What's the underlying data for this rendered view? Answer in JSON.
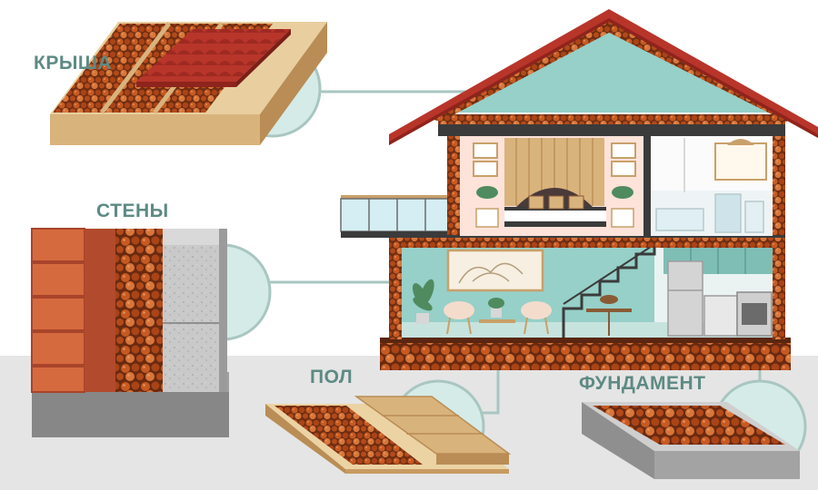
{
  "labels": {
    "roof": "КРЫША",
    "walls": "СТЕНЫ",
    "floor": "ПОЛ",
    "foundation": "ФУНДАМЕНТ"
  },
  "colors": {
    "label_text": "#5d8a84",
    "callout_circle": "#d5ebe7",
    "callout_line": "#a9c6c1",
    "ground": "#e5e5e5",
    "roof_tile": "#b8352a",
    "clay_pellet": "#c65a22",
    "wall_teal": "#96d0c8",
    "wood": "#d9b37c"
  },
  "icons": [
    "roof-section-icon",
    "wall-section-icon",
    "floor-section-icon",
    "foundation-section-icon",
    "house-cutaway-icon"
  ]
}
